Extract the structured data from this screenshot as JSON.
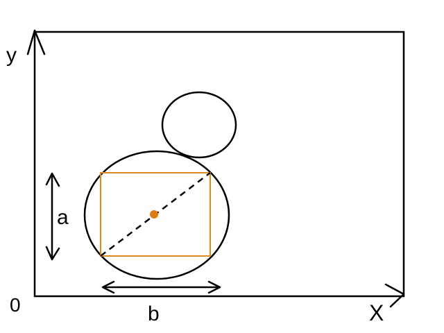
{
  "labels": {
    "y_axis": "y",
    "x_axis": "X",
    "origin": "0",
    "height_dim": "a",
    "width_dim": "b"
  },
  "colors": {
    "ink": "#000000",
    "rectangle": "#e08a1e",
    "center_dot": "#e07b10",
    "background": "#ffffff"
  }
}
